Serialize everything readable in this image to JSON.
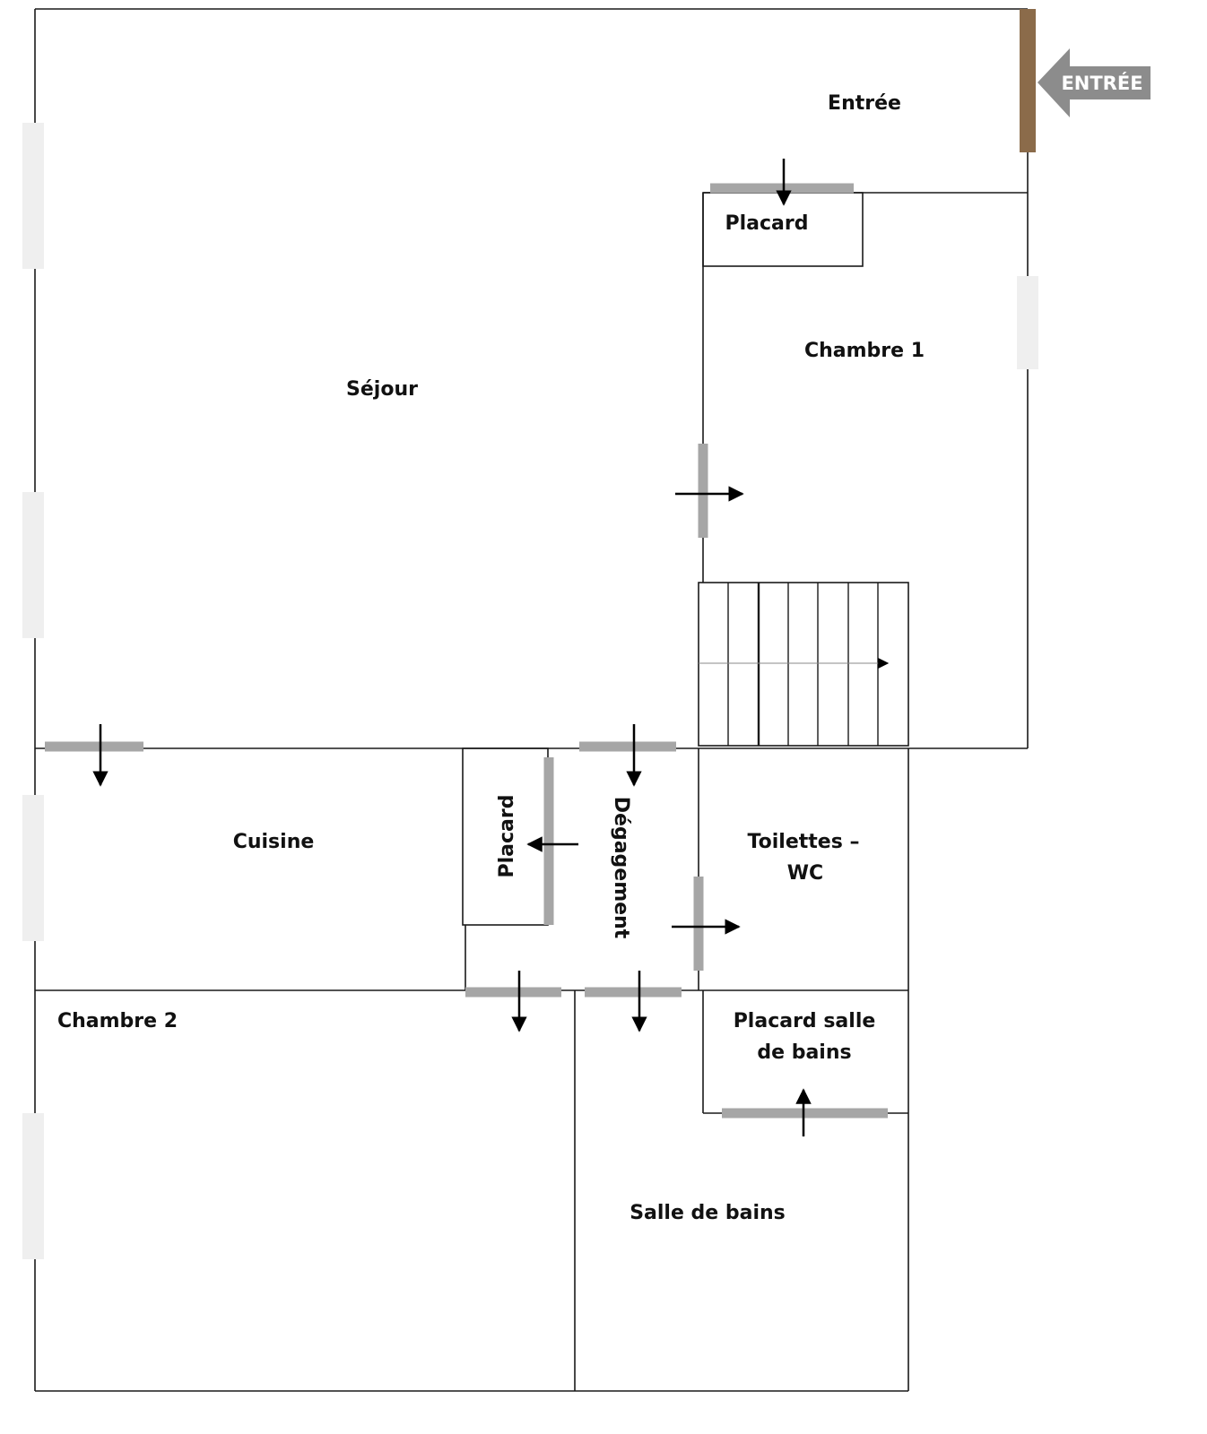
{
  "rooms": {
    "entree": "Entrée",
    "placard_entree": "Placard",
    "chambre1": "Chambre 1",
    "sejour": "Séjour",
    "cuisine": "Cuisine",
    "placard_degagement": "Placard",
    "degagement": "Dégagement",
    "toilettes_line1": "Toilettes –",
    "toilettes_line2": "WC",
    "placard_sdb_line1": "Placard salle",
    "placard_sdb_line2": "de bains",
    "chambre2": "Chambre 2",
    "salle_de_bains": "Salle de bains"
  },
  "entry_sign": "ENTRÉE",
  "colors": {
    "wall": "#1a1a1a",
    "door": "#a6a6a6",
    "window": "#efefef",
    "front_door": "#8b6b4a",
    "entry_arrow": "#8c8c8c"
  }
}
